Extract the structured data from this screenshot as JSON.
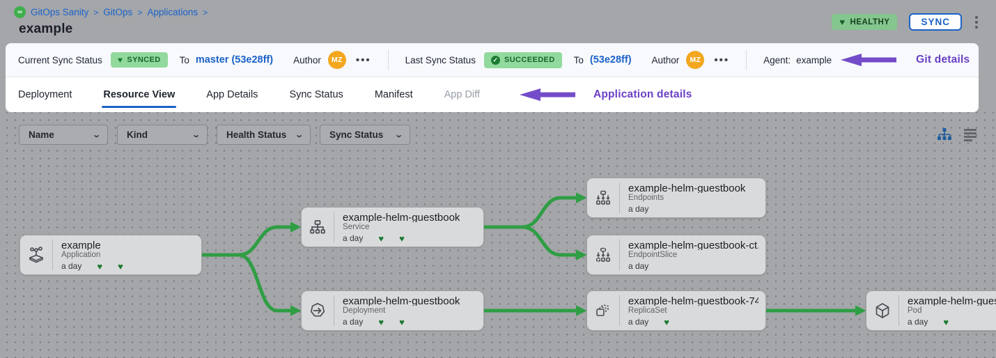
{
  "header": {
    "breadcrumb": {
      "items": [
        "GitOps Sanity",
        "GitOps",
        "Applications"
      ],
      "separator": ">"
    },
    "title": "example",
    "health_badge": "HEALTHY",
    "sync_button": "SYNC"
  },
  "status_bar": {
    "current": {
      "label": "Current Sync Status",
      "badge": "SYNCED",
      "to_label": "To",
      "revision": "master (53e28ff)",
      "author_label": "Author",
      "author_initials": "MZ",
      "more": "•••"
    },
    "last": {
      "label": "Last Sync Status",
      "badge": "SUCCEEDED",
      "to_label": "To",
      "revision": "(53e28ff)",
      "author_label": "Author",
      "author_initials": "MZ",
      "more": "•••"
    },
    "agent": {
      "label": "Agent:",
      "value": "example"
    },
    "annotation": "Git details"
  },
  "tabs": {
    "items": [
      {
        "label": "Deployment",
        "state": "normal"
      },
      {
        "label": "Resource View",
        "state": "active"
      },
      {
        "label": "App Details",
        "state": "normal"
      },
      {
        "label": "Sync Status",
        "state": "normal"
      },
      {
        "label": "Manifest",
        "state": "normal"
      },
      {
        "label": "App Diff",
        "state": "disabled"
      }
    ],
    "annotation": "Application details"
  },
  "filters": {
    "name": "Name",
    "kind": "Kind",
    "health": "Health Status",
    "sync": "Sync Status"
  },
  "view_toggles": {
    "graph_icon": "tree-graph-view",
    "list_icon": "list-view",
    "active": "tree-graph-view"
  },
  "graph": {
    "nodes": [
      {
        "id": "example",
        "title": "example",
        "kind": "Application",
        "age": "a day",
        "hearts": 2,
        "icon": "application-icon"
      },
      {
        "id": "service",
        "title": "example-helm-guestbook",
        "kind": "Service",
        "age": "a day",
        "hearts": 2,
        "icon": "service-icon"
      },
      {
        "id": "deployment",
        "title": "example-helm-guestbook",
        "kind": "Deployment",
        "age": "a day",
        "hearts": 2,
        "icon": "deployment-icon"
      },
      {
        "id": "endpoints",
        "title": "example-helm-guestbook",
        "kind": "Endpoints",
        "age": "a day",
        "hearts": 0,
        "icon": "endpoints-icon"
      },
      {
        "id": "endpointslice",
        "title": "example-helm-guestbook-ct...",
        "kind": "EndpointSlice",
        "age": "a day",
        "hearts": 0,
        "icon": "endpointslice-icon"
      },
      {
        "id": "replicaset",
        "title": "example-helm-guestbook-74...",
        "kind": "ReplicaSet",
        "age": "a day",
        "hearts": 1,
        "icon": "replicaset-icon"
      },
      {
        "id": "pod",
        "title": "example-helm-guestbook",
        "kind": "Pod",
        "age": "a day",
        "hearts": 1,
        "icon": "pod-icon"
      }
    ],
    "edges": [
      {
        "from": "example",
        "to": "service"
      },
      {
        "from": "example",
        "to": "deployment"
      },
      {
        "from": "service",
        "to": "endpoints"
      },
      {
        "from": "service",
        "to": "endpointslice"
      },
      {
        "from": "deployment",
        "to": "replicaset"
      },
      {
        "from": "replicaset",
        "to": "pod"
      }
    ]
  },
  "colors": {
    "accent_blue": "#1b62c9",
    "badge_green_bg": "#92d99d",
    "badge_green_text": "#17662c",
    "health_badge_bg": "#85c58e",
    "edge_green": "#2f9e44",
    "heart_green": "#1d7a33",
    "annotation_purple": "#6a3fc5",
    "avatar_orange": "#f3a71f",
    "canvas_gray": "#a4a6a9",
    "node_gray": "#d9dadb"
  }
}
